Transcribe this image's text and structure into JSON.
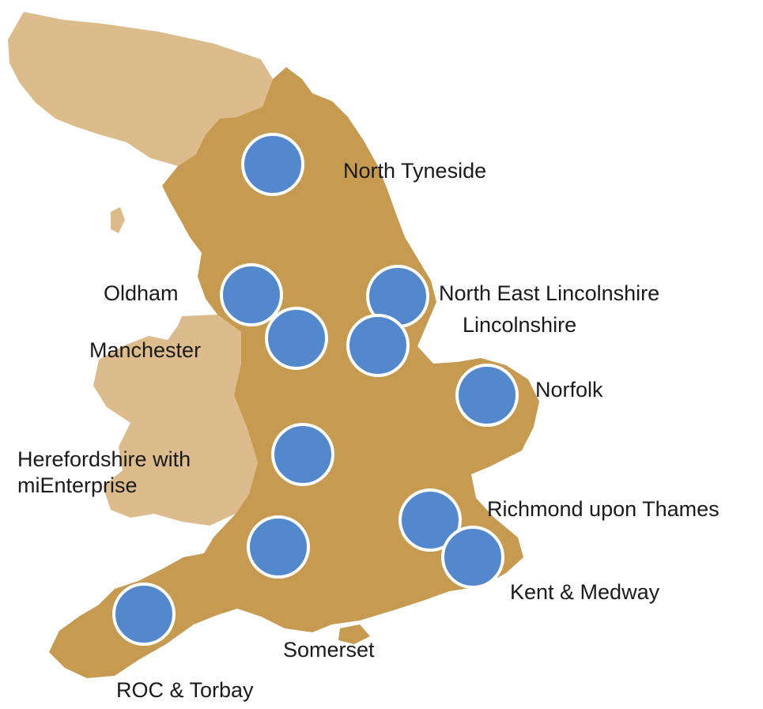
{
  "colors": {
    "england": "#c69a50",
    "neighbours": "#dcbc8c",
    "marker_fill": "#5388cc",
    "marker_stroke": "#ffffff",
    "label_text": "#1a1a1a"
  },
  "regions": [
    {
      "id": "north-tyneside",
      "label": "North Tyneside"
    },
    {
      "id": "oldham",
      "label": "Oldham"
    },
    {
      "id": "manchester",
      "label": "Manchester"
    },
    {
      "id": "north-east-lincolnshire",
      "label": "North East Lincolnshire"
    },
    {
      "id": "lincolnshire",
      "label": "Lincolnshire"
    },
    {
      "id": "norfolk",
      "label": "Norfolk"
    },
    {
      "id": "herefordshire",
      "label": "Herefordshire with\nmiEnterprise"
    },
    {
      "id": "richmond",
      "label": "Richmond upon Thames"
    },
    {
      "id": "kent-medway",
      "label": "Kent & Medway"
    },
    {
      "id": "somerset",
      "label": "Somerset"
    },
    {
      "id": "roc-torbay",
      "label": "ROC & Torbay"
    }
  ]
}
